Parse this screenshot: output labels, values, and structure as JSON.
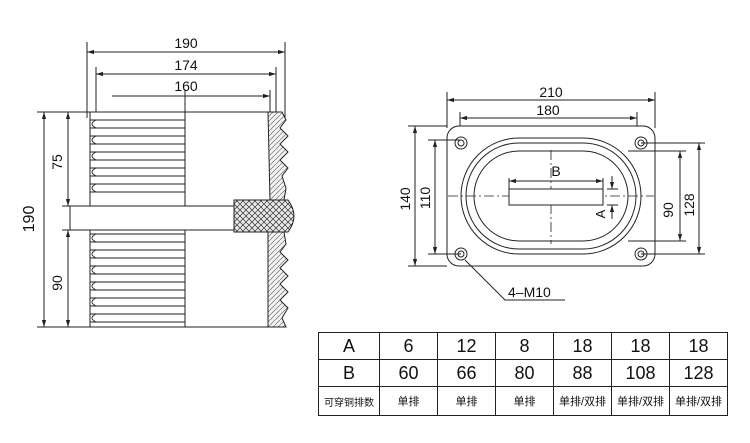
{
  "side_view": {
    "dim_top_190": "190",
    "dim_174": "174",
    "dim_160": "160",
    "dim_height_190": "190",
    "dim_75": "75",
    "dim_90": "90"
  },
  "plan_view": {
    "dim_210": "210",
    "dim_180": "180",
    "dim_140": "140",
    "dim_110": "110",
    "dim_90": "90",
    "dim_128": "128",
    "label_b": "B",
    "label_a": "A",
    "bolt_callout": "4–M10"
  },
  "table": {
    "rows": [
      {
        "header": "A",
        "values": [
          "6",
          "12",
          "8",
          "18",
          "18",
          "18"
        ]
      },
      {
        "header": "B",
        "values": [
          "60",
          "66",
          "80",
          "88",
          "108",
          "128"
        ]
      },
      {
        "header": "可穿铜排数",
        "values": [
          "单排",
          "单排",
          "单排",
          "单排/双排",
          "单排/双排",
          "单排/双排"
        ]
      }
    ]
  },
  "colors": {
    "line": "#222222",
    "hatch_fill": "#e6e6e6"
  }
}
